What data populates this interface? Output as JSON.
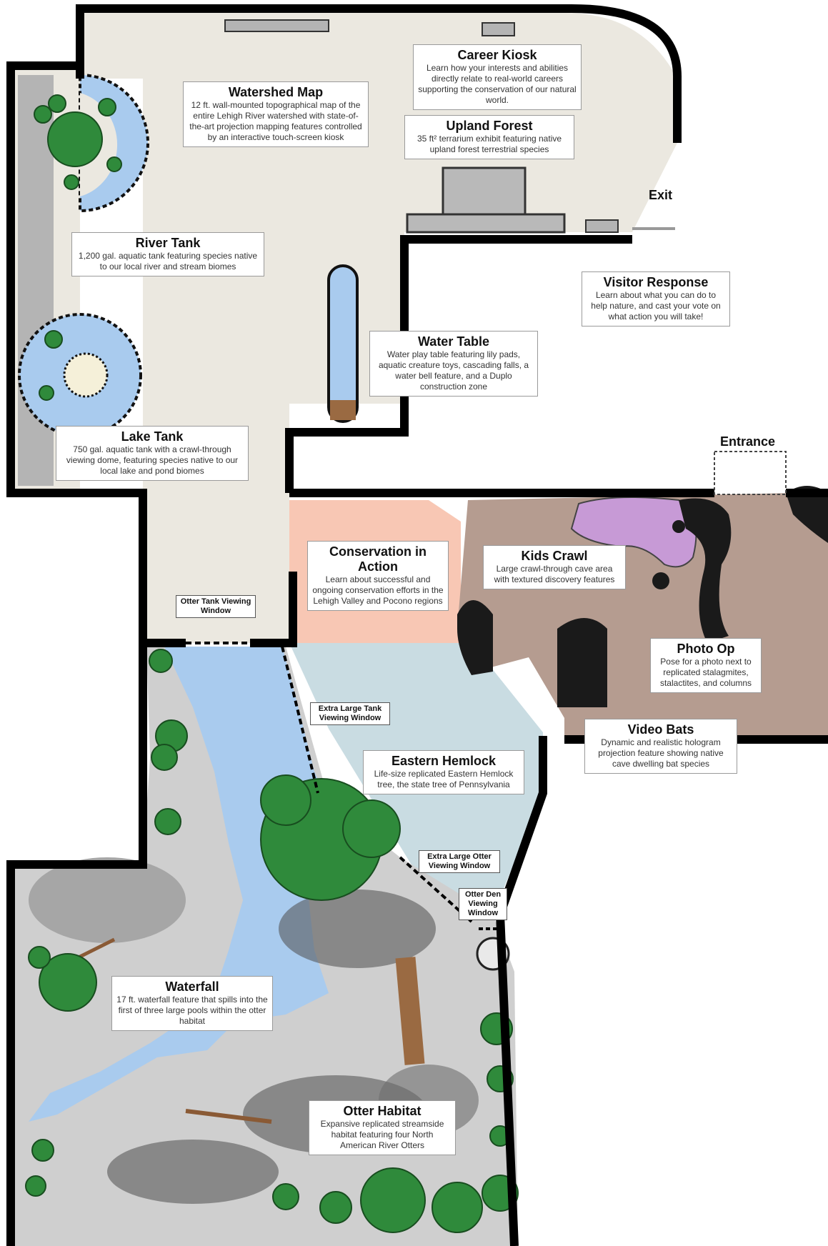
{
  "map": {
    "exhibits": [
      {
        "title": "Watershed Map",
        "description": "12 ft. wall-mounted topographical map of the entire Lehigh River watershed with state-of-the-art projection mapping features controlled by an interactive touch-screen kiosk"
      },
      {
        "title": "Career Kiosk",
        "description": "Learn how your interests and abilities directly relate to real-world careers supporting the conservation of our natural world."
      },
      {
        "title": "Upland Forest",
        "description": "35 ft² terrarium exhibit featuring native upland forest terrestrial species"
      },
      {
        "title": "River Tank",
        "description": "1,200 gal. aquatic tank featuring species native to our local river and stream biomes"
      },
      {
        "title": "Visitor Response",
        "description": "Learn about what you can do to help nature, and cast your vote on what action you will take!"
      },
      {
        "title": "Water Table",
        "description": "Water play table featuring lily pads, aquatic creature toys, cascading falls, a water bell feature, and a Duplo construction zone"
      },
      {
        "title": "Lake Tank",
        "description": "750 gal. aquatic tank with a crawl-through viewing dome, featuring species native to our local lake and pond biomes"
      },
      {
        "title": "Conservation in Action",
        "description": "Learn about successful and ongoing conservation efforts in the Lehigh Valley and Pocono regions"
      },
      {
        "title": "Kids Crawl",
        "description": "Large crawl-through cave area with textured discovery features"
      },
      {
        "title": "Photo Op",
        "description": "Pose for a photo next to replicated stalagmites, stalactites, and columns"
      },
      {
        "title": "Video Bats",
        "description": "Dynamic and realistic hologram projection feature showing native cave dwelling bat species"
      },
      {
        "title": "Eastern Hemlock",
        "description": "Life-size replicated Eastern Hemlock tree, the state tree of Pennsylvania"
      },
      {
        "title": "Waterfall",
        "description": "17 ft. waterfall feature that spills into the first of three large pools within the otter habitat"
      },
      {
        "title": "Otter Habitat",
        "description": "Expansive replicated streamside habitat featuring four North American River Otters"
      }
    ],
    "windows": [
      "Otter Tank Viewing Window",
      "Extra Large Tank Viewing Window",
      "Extra Large Otter Viewing Window",
      "Otter Den Viewing Window"
    ],
    "exit_label": "Exit",
    "entrance_label": "Entrance",
    "colors": {
      "walls": "#000000",
      "gallery_floor": "#ebe8e0",
      "conservation_room": "#f8c7b4",
      "hemlock_area": "#c9dce2",
      "cave": "#b59c90",
      "cave_features": "#c79ad6",
      "otter_rock": "#cfcfcf",
      "water": "#a9cbee",
      "foliage": "#2f8a3b"
    }
  }
}
